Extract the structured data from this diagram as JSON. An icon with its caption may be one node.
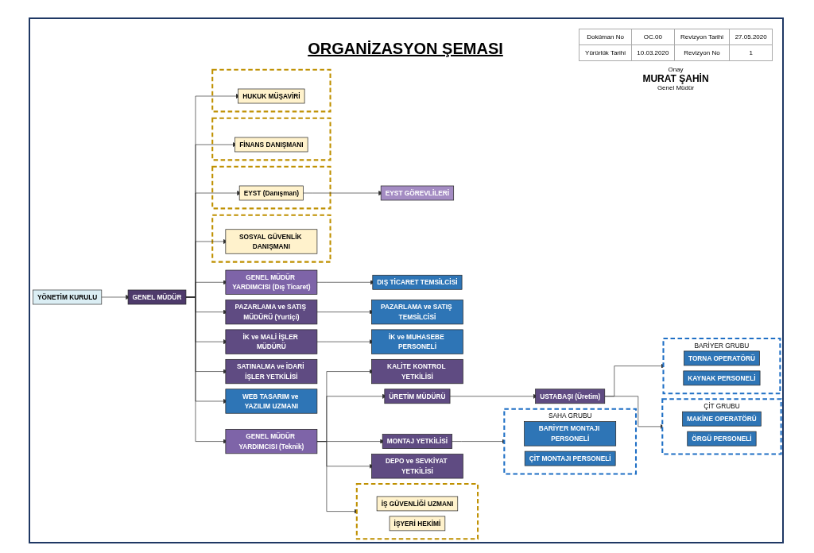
{
  "diagram": {
    "title": "ORGANİZASYON ŞEMASI",
    "nodes": [
      {
        "text": [
          "YÖNETİM KURULU"
        ]
      },
      {
        "text": [
          "GENEL MÜDÜR"
        ]
      },
      {
        "text": [],
        "shape": "box"
      },
      {
        "text": [
          "HUKUK MÜŞAVİRİ"
        ],
        "in": 2
      },
      {
        "text": [],
        "shape": "box"
      },
      {
        "text": [
          "FİNANS DANIŞMANI"
        ],
        "in": 4
      },
      {
        "text": [],
        "shape": "box"
      },
      {
        "text": [
          "EYST (Danışman)"
        ],
        "in": 6
      },
      {
        "text": [],
        "shape": "box"
      },
      {
        "text": [
          "SOSYAL GÜVENLİK DANIŞMANI"
        ],
        "in": 8
      },
      {
        "text": [
          "EYST GÖREVLİLERİ"
        ]
      },
      {
        "text": [
          "GENEL MÜDÜR YARDIMCISI (Dış Ticaret)"
        ]
      },
      {
        "text": [
          "GENEL MÜDÜR YARDIMCISI (Teknik)"
        ]
      },
      {
        "text": [
          "PAZARLAMA ve SATIŞ MÜDÜRÜ (Yurtiçi)"
        ]
      },
      {
        "text": [
          "İK ve MALİ İŞLER MÜDÜRÜ"
        ]
      },
      {
        "text": [
          "ÜRETİM MÜDÜRÜ"
        ]
      },
      {
        "text": [
          "SATINALMA ve İDARİ İŞLER YETKİLİSİ"
        ]
      },
      {
        "text": [],
        "shape": "box"
      },
      {
        "text": [
          "İŞ GÜVENLİĞİ UZMANI"
        ],
        "in": 17
      },
      {
        "text": [
          "İŞYERİ HEKİMİ"
        ],
        "in": 17
      },
      {
        "text": [
          "KALİTE KONTROL YETKİLİSİ"
        ]
      },
      {
        "text": [
          "USTABAŞI (Üretim)"
        ]
      },
      {
        "text": [
          "MONTAJ YETKİLİSİ"
        ]
      },
      {
        "text": [
          "DEPO ve SEVKİYAT YETKİLİSİ"
        ]
      },
      {
        "text": [
          "DIŞ TİCARET TEMSİLCİSİ"
        ]
      },
      {
        "text": [
          "PAZARLAMA ve SATIŞ TEMSİLCİSİ"
        ]
      },
      {
        "text": [
          "İK ve MUHASEBE PERSONELİ"
        ]
      },
      {
        "text": [
          "WEB TASARIM ve YAZILIM UZMANI"
        ]
      },
      {
        "text": [
          "BARİYER GRUBU"
        ]
      },
      {
        "text": [
          "TORNA OPERATÖRÜ"
        ],
        "in": 28
      },
      {
        "text": [
          "KAYNAK PERSONELİ"
        ],
        "in": 28
      },
      {
        "text": [
          "ÇİT GRUBU"
        ]
      },
      {
        "text": [
          "MAKİNE OPERATÖRÜ"
        ],
        "in": 31
      },
      {
        "text": [
          "ÖRGÜ PERSONELİ"
        ],
        "in": 31
      },
      {
        "text": [
          "SAHA GRUBU"
        ]
      },
      {
        "text": [
          "BARİYER MONTAJI PERSONELİ"
        ],
        "in": 34
      },
      {
        "text": [
          "ÇİT MONTAJI PERSONELİ"
        ],
        "in": 34
      }
    ],
    "edges": [
      {
        "from": 0,
        "to": 1,
        "arrow": "to"
      },
      {
        "from": 1,
        "to": 3,
        "arrow": "to"
      },
      {
        "from": 1,
        "to": 5,
        "arrow": "to"
      },
      {
        "from": 1,
        "to": 7,
        "arrow": "to"
      },
      {
        "from": 1,
        "to": 9,
        "arrow": "to"
      },
      {
        "from": 7,
        "to": 10,
        "arrow": "to"
      },
      {
        "from": 1,
        "to": 11,
        "arrow": "to"
      },
      {
        "from": 1,
        "to": 13,
        "arrow": "to"
      },
      {
        "from": 1,
        "to": 14,
        "arrow": "to"
      },
      {
        "from": 1,
        "to": 16,
        "arrow": "to"
      },
      {
        "from": 1,
        "to": 27,
        "arrow": "to"
      },
      {
        "from": 1,
        "to": 12,
        "arrow": "to"
      },
      {
        "from": 11,
        "to": 24,
        "arrow": "to"
      },
      {
        "from": 13,
        "to": 25,
        "arrow": "to"
      },
      {
        "from": 14,
        "to": 26,
        "arrow": "to"
      },
      {
        "from": 12,
        "to": 17,
        "arrow": "to"
      },
      {
        "from": 12,
        "to": 20,
        "arrow": "to"
      },
      {
        "from": 12,
        "to": 15,
        "arrow": "to"
      },
      {
        "from": 12,
        "to": 22,
        "arrow": "to"
      },
      {
        "from": 12,
        "to": 23,
        "arrow": "to"
      },
      {
        "from": 15,
        "to": 21,
        "arrow": "to"
      },
      {
        "from": 21,
        "to": 28,
        "arrow": "to"
      },
      {
        "from": 21,
        "to": 31,
        "arrow": "to"
      },
      {
        "from": 22,
        "to": 34,
        "arrow": "to"
      }
    ],
    "labels": [
      "Doküman No",
      "OC.00",
      "Revizyon Tarihi",
      "27.05.2020",
      "Yürürlük Tarihi",
      "10.03.2020",
      "Revizyon No",
      "1",
      "Onay",
      "MURAT ŞAHİN",
      "Genel Müdür"
    ]
  }
}
